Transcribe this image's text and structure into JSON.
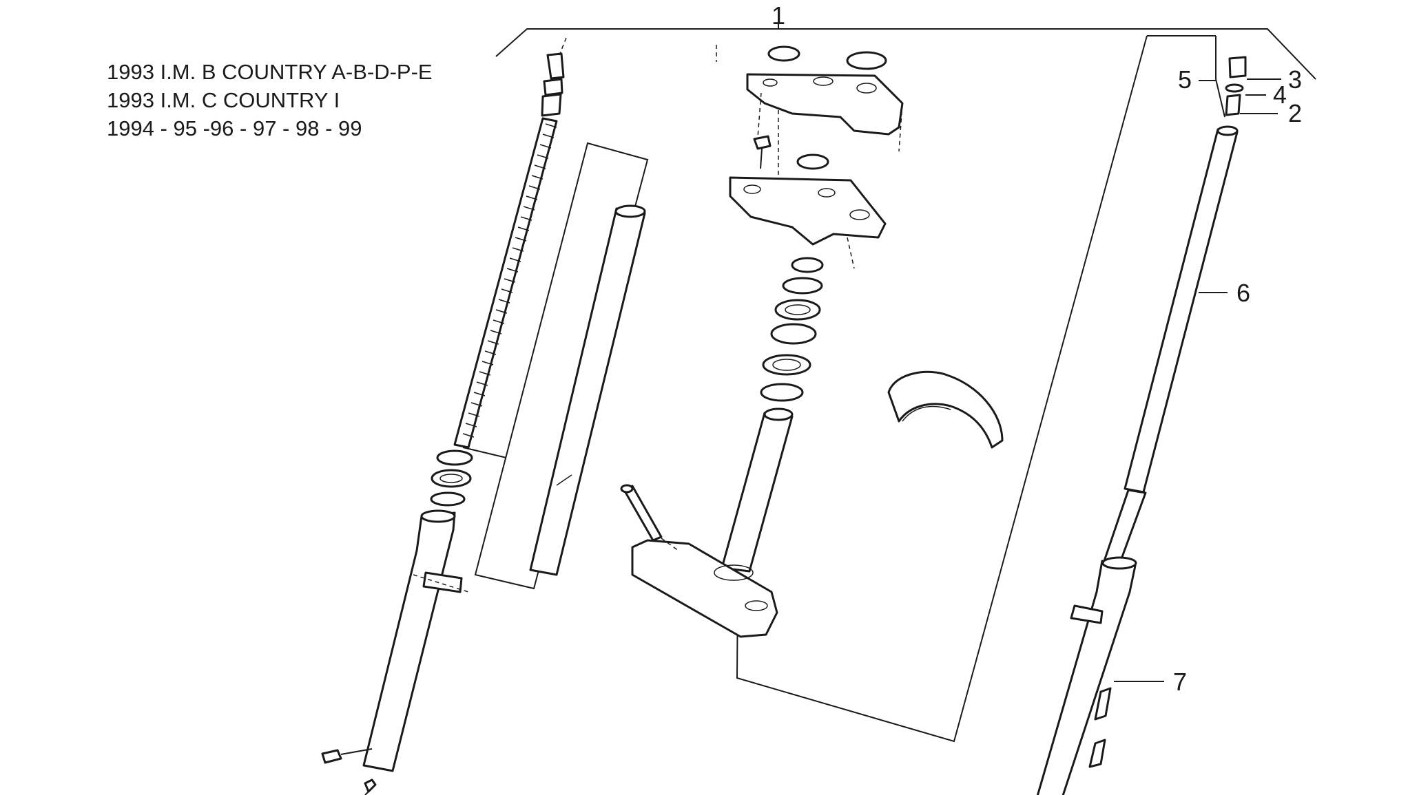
{
  "applicability": [
    "1993 I.M. B COUNTRY A-B-D-P-E",
    "1993 I.M. C COUNTRY I",
    "1994 - 95 -96 - 97 - 98 - 99"
  ],
  "callouts": [
    "1",
    "2",
    "3",
    "4",
    "5",
    "6",
    "7"
  ]
}
